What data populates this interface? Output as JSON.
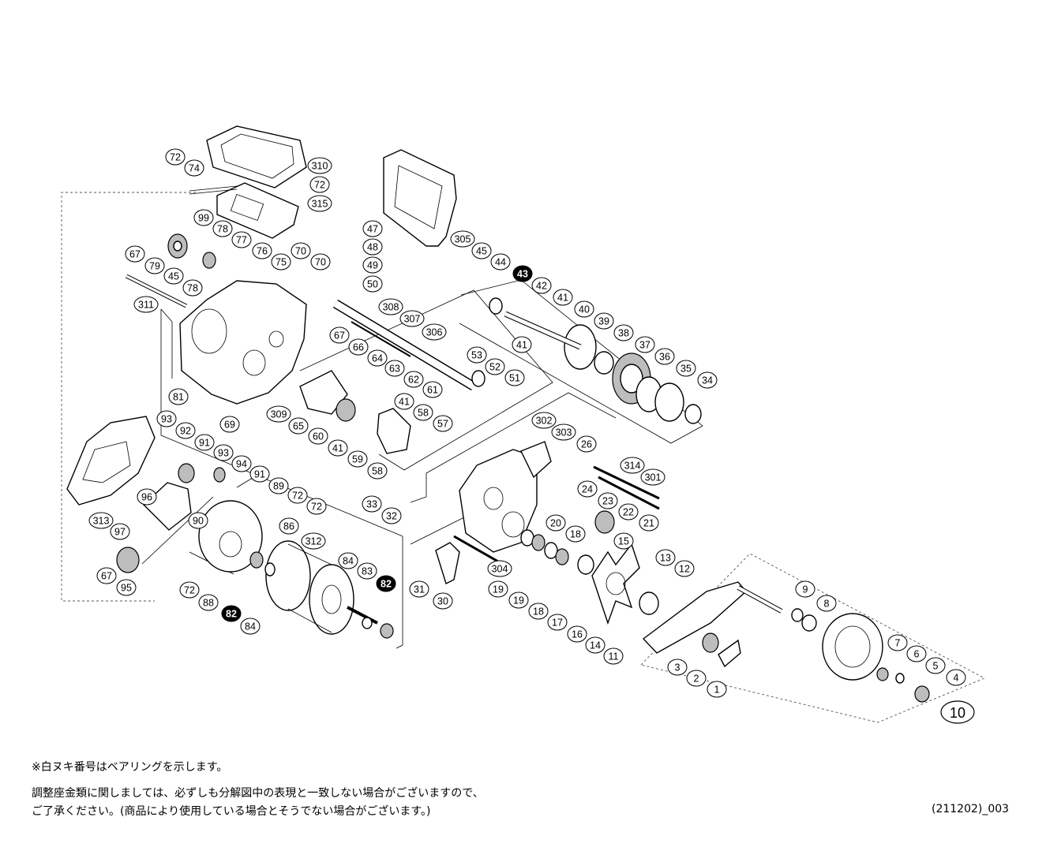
{
  "notes": {
    "bearing_note": "※白ヌキ番号はベアリングを示します。",
    "adjust_note_1": "調整座金類に関しましては、必ずしも分解図中の表現と一致しない場合がございますので、",
    "adjust_note_2": "ご了承ください。(商品により使用している場合とそうでない場合がございます。)"
  },
  "diagram_code": "(211202)_003",
  "assembly_label": "10",
  "part_numbers": [
    "72",
    "74",
    "310",
    "72",
    "315",
    "99",
    "78",
    "77",
    "67",
    "79",
    "45",
    "78",
    "76",
    "75",
    "70",
    "70",
    "47",
    "48",
    "49",
    "50",
    "305",
    "311",
    "45",
    "44",
    "43",
    "42",
    "41",
    "40",
    "41",
    "39",
    "38",
    "37",
    "36",
    "35",
    "34",
    "308",
    "307",
    "306",
    "67",
    "66",
    "64",
    "63",
    "62",
    "61",
    "81",
    "53",
    "52",
    "51",
    "41",
    "58",
    "57",
    "69",
    "309",
    "65",
    "60",
    "41",
    "59",
    "58",
    "93",
    "92",
    "91",
    "93",
    "94",
    "91",
    "89",
    "72",
    "72",
    "96",
    "313",
    "97",
    "90",
    "86",
    "67",
    "95",
    "72",
    "88",
    "82",
    "84",
    "312",
    "84",
    "83",
    "82",
    "302",
    "303",
    "26",
    "314",
    "301",
    "33",
    "32",
    "24",
    "23",
    "22",
    "21",
    "20",
    "18",
    "15",
    "13",
    "12",
    "304",
    "31",
    "30",
    "19",
    "19",
    "18",
    "17",
    "16",
    "14",
    "11",
    "9",
    "8",
    "7",
    "6",
    "5",
    "4",
    "3",
    "2",
    "1"
  ],
  "bearing_parts": [
    "43",
    "82"
  ]
}
